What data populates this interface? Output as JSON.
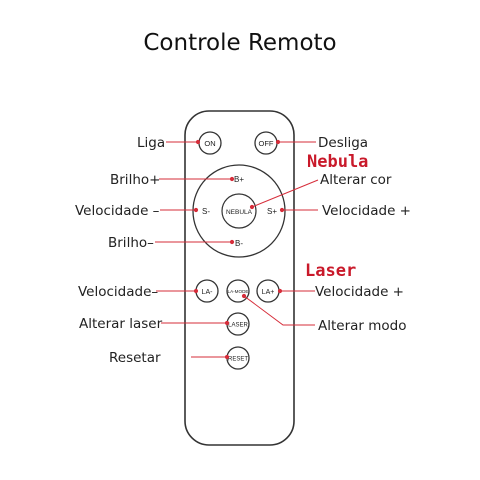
{
  "title": "Controle Remoto",
  "sections": {
    "nebula": "Nebula",
    "laser": "Laser"
  },
  "buttons": {
    "on": "ON",
    "off": "OFF",
    "b_plus": "B+",
    "b_minus": "B-",
    "s_minus": "S-",
    "s_plus": "S+",
    "nebula": "NEBULA",
    "la_minus": "LA-",
    "la_plus": "LA+",
    "la_mode": "LA-MODE",
    "laser": "LASER",
    "reset": "RESET"
  },
  "labels": {
    "liga": "Liga",
    "desliga": "Desliga",
    "brilho_plus": "Brilho+",
    "alterar_cor": "Alterar cor",
    "velocidade_minus_nebula": "Velocidade –",
    "velocidade_plus_nebula": "Velocidade +",
    "brilho_minus": "Brilho–",
    "velocidade_minus_laser": "Velocidade–",
    "velocidade_plus_laser": "Velocidade +",
    "alterar_laser": "Alterar laser",
    "alterar_modo": "Alterar modo",
    "resetar": "Resetar"
  },
  "colors": {
    "pointer": "#d62d3a",
    "section": "#c9192a",
    "outline": "#333333"
  }
}
